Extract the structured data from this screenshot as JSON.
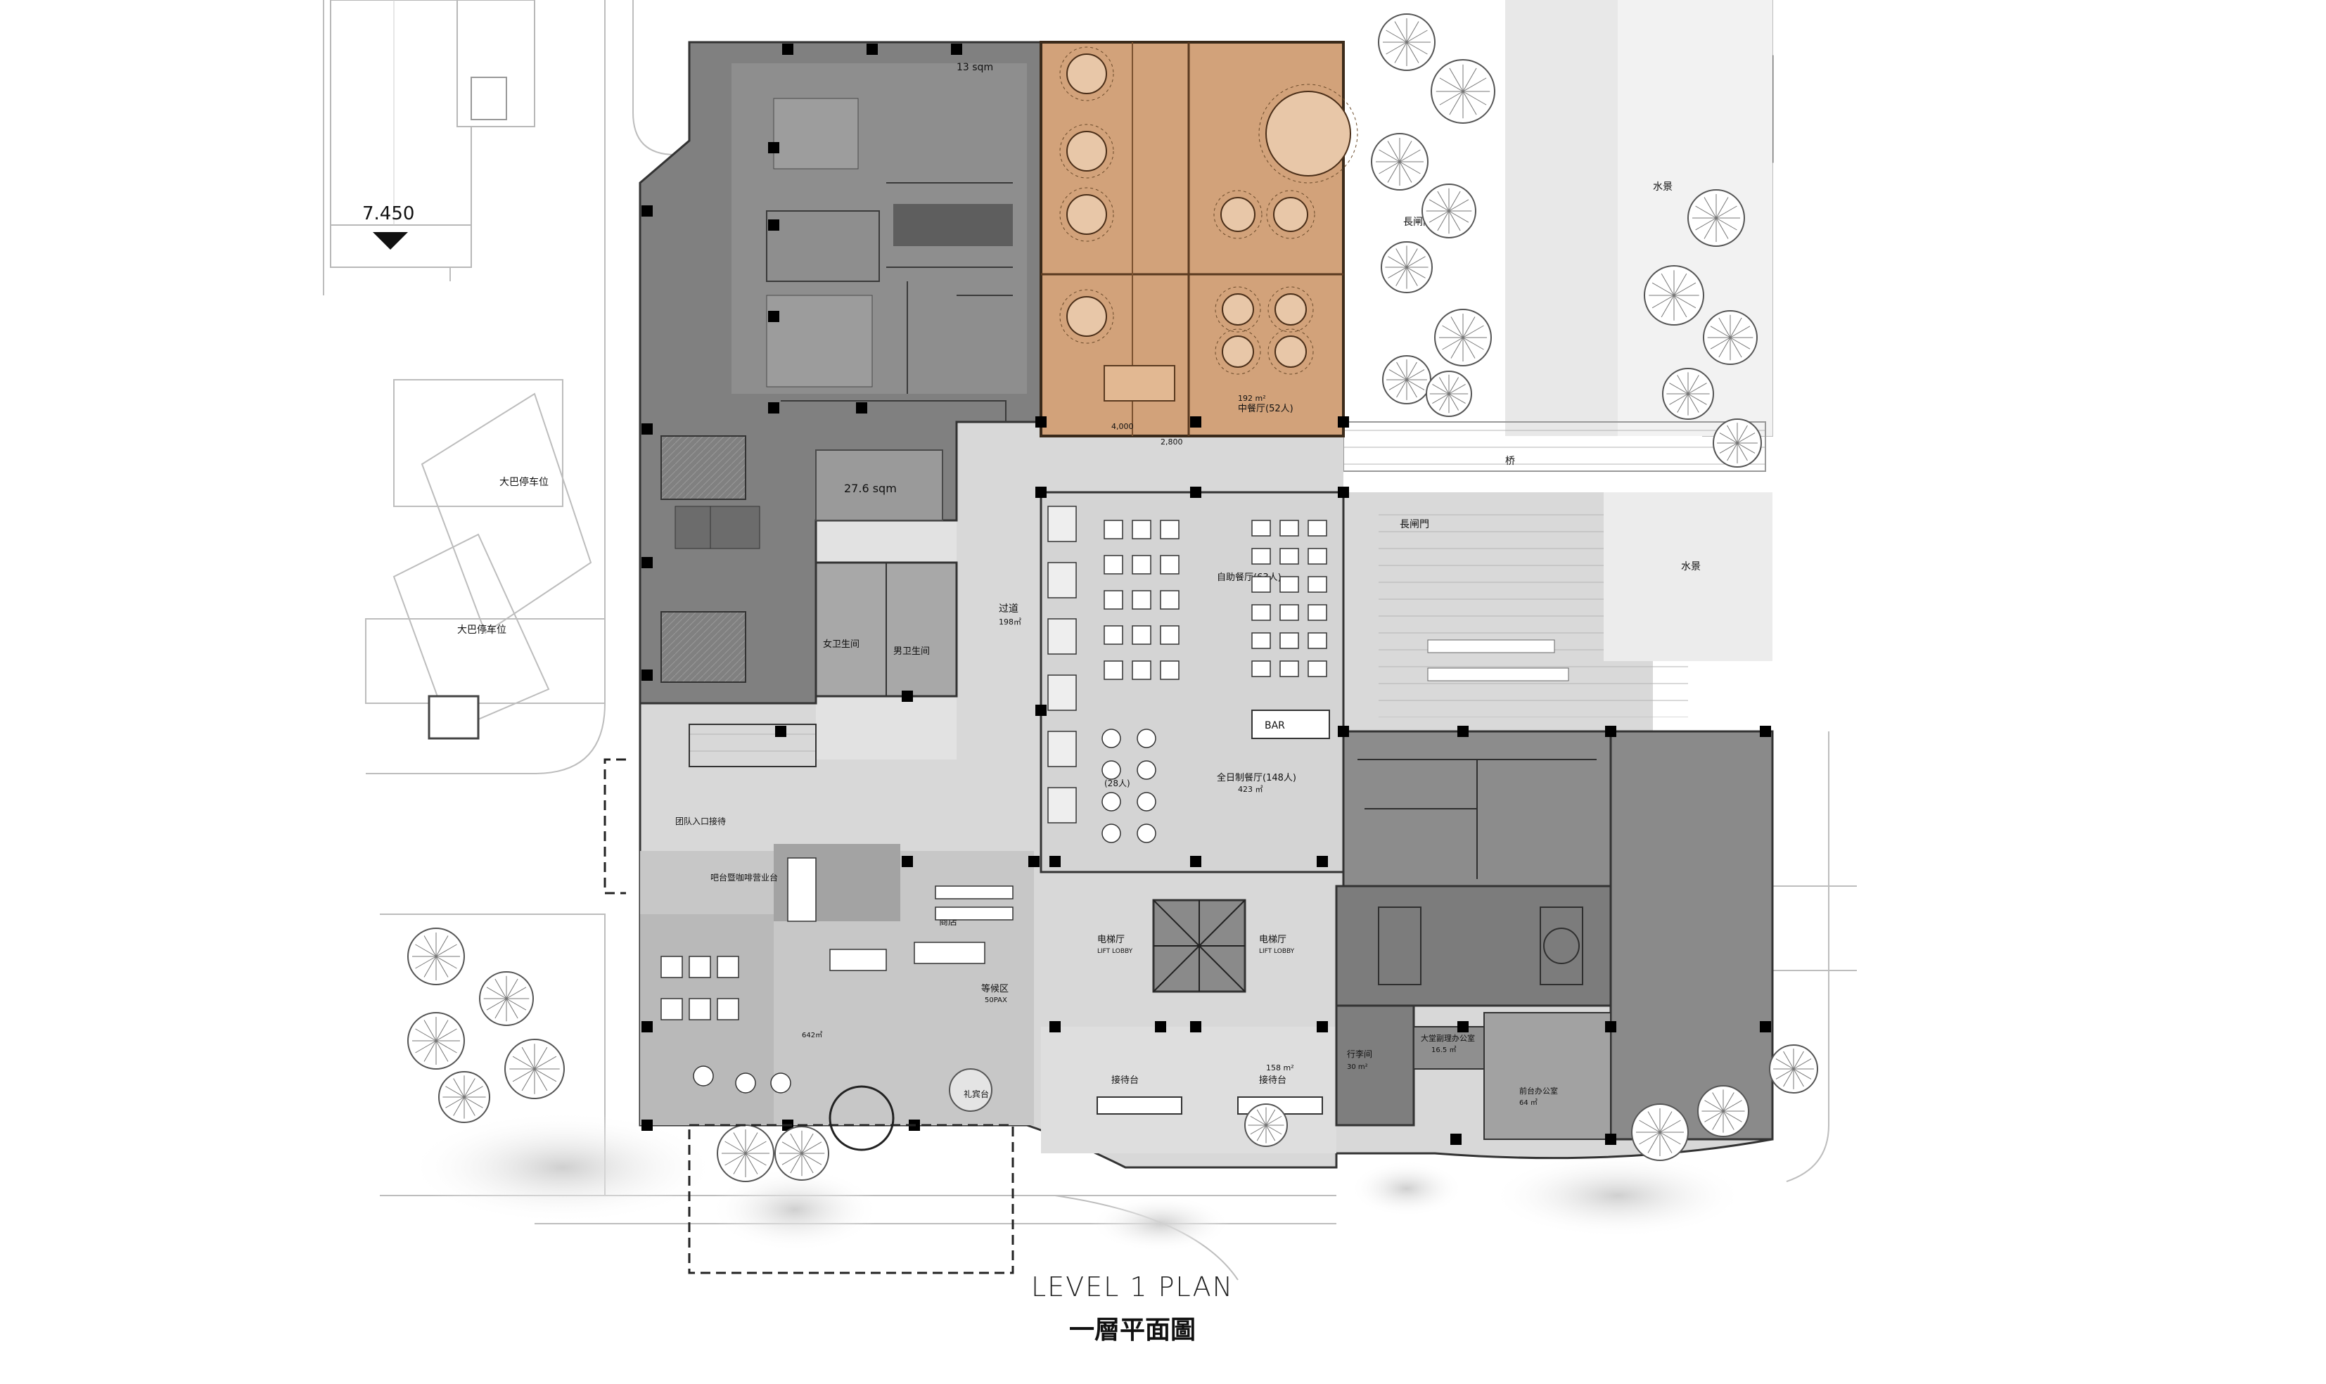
{
  "title": {
    "en": "LEVEL 1 PLAN",
    "zh": "一層平面圖"
  },
  "colors": {
    "dark_zone": "#808080",
    "mid_zone": "#a8a8a8",
    "light_zone": "#d6d6d6",
    "highlight_restaurant": "#d2a27a",
    "lines": "#4a4a4a"
  },
  "labels": {
    "level_mark": "7.450",
    "area_13": "13 sqm",
    "area_27": "27.6 sqm",
    "bus_parking_1": "大巴停车位",
    "bus_parking_2": "大巴停车位",
    "chinese_restaurant": "中餐厅(52人)",
    "chinese_area": "192 m²",
    "dim_2800": "2,800",
    "dim_4000": "4,000",
    "long_door_1": "長闸門",
    "long_door_2": "長闸門",
    "water_1": "水景",
    "water_2": "水景",
    "bridge": "桥",
    "corridor": "过道",
    "corridor_area": "198㎡",
    "female_wc": "女卫生间",
    "male_wc": "男卫生间",
    "all_day_dining": "全日制餐厅(148人)",
    "all_day_area": "423 ㎡",
    "buffet": "自助餐厅(63人)",
    "bar": "BAR",
    "seats_28": "(28人)",
    "lobby_entry": "团队入口接待",
    "lobby_bar": "吧台暨咖啡营业台",
    "shop": "商店",
    "lift_lobby_1": "电梯厅",
    "lift_lobby_1_en": "LIFT LOBBY",
    "lift_lobby_2": "电梯厅",
    "lift_lobby_2_en": "LIFT LOBBY",
    "waiting": "等候区",
    "waiting_pax": "50PAX",
    "lounge_area": "642㎡",
    "gift": "礼宾台",
    "reception_1": "接待台",
    "reception_2": "接待台",
    "reception_area": "158 m²",
    "luggage": "行李间",
    "luggage_area": "30 m²",
    "duty_manager": "大堂副理办公室",
    "duty_area": "16.5 ㎡",
    "front_office": "前台办公室",
    "front_office_area": "64 ㎡"
  }
}
